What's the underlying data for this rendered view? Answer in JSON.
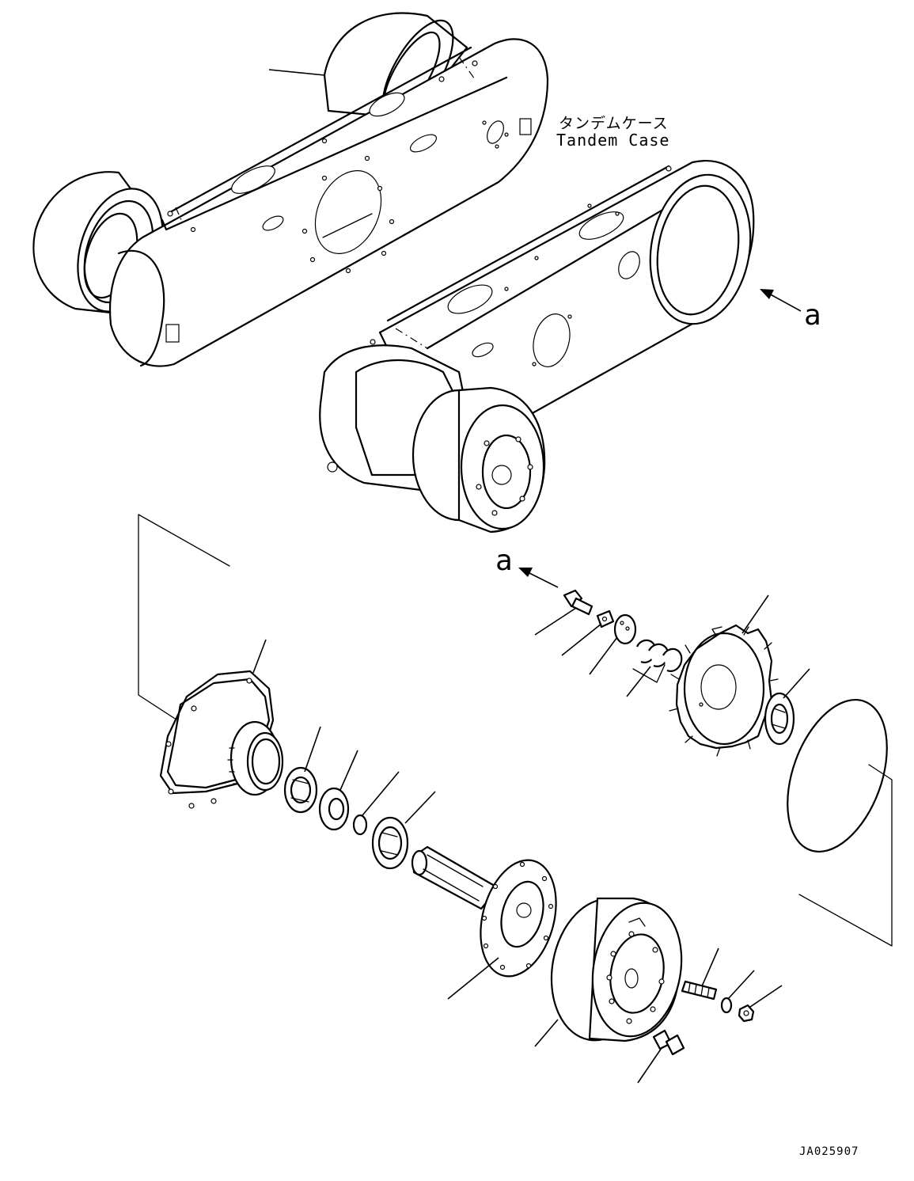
{
  "labels": {
    "case_name_jp": "タンデムケース",
    "case_name_en": "Tandem Case",
    "reference_letter_1": "a",
    "reference_letter_2": "a",
    "figure_code": "JA025907"
  }
}
